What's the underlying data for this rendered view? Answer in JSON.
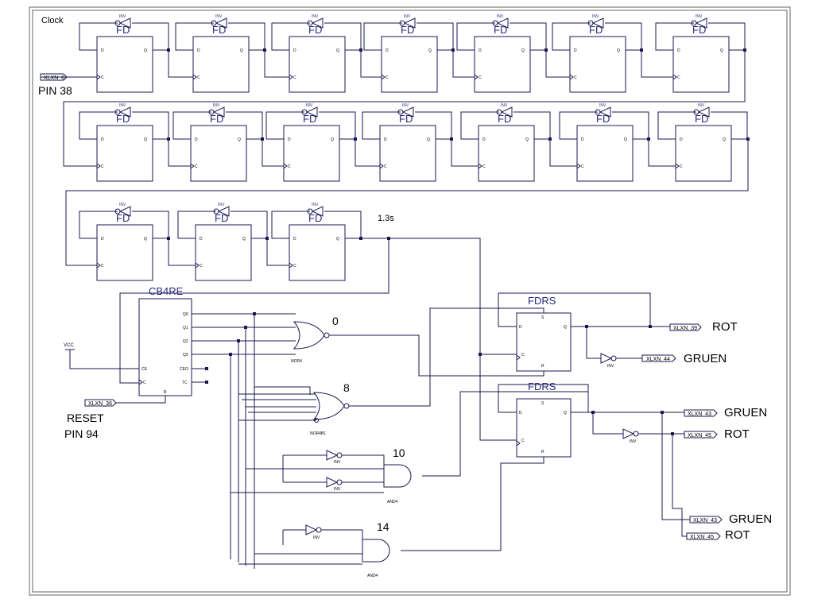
{
  "title": "Clock",
  "colors": {
    "wire": "#1a1a50",
    "text": "#000000",
    "symbol_label": "#2a2a7a",
    "border": "#666666"
  },
  "labels": {
    "clock_pin": "PIN 38",
    "reset": "RESET",
    "reset_pin": "PIN 94",
    "delay": "1.3s",
    "vcc": "VCC",
    "counter": "CB4RE"
  },
  "ports": {
    "clock_in": "XLXN_6",
    "reset_in": "XLXN_36",
    "out_39": "XLXN_39",
    "out_44": "XLXN_44",
    "out_43": "XLXN_43",
    "out_45": "XLXN_45",
    "out_43b": "XLXN_43",
    "out_45b": "XLXN_45"
  },
  "signals": {
    "rot": "ROT",
    "gruen": "GRUEN"
  },
  "decoders": {
    "d0": "0",
    "d8": "8",
    "d10": "10",
    "d14": "14"
  },
  "parts": {
    "fd": "FD",
    "inv": "INV",
    "fdrs": "FDRS",
    "nor4": "NOR4",
    "nor4b1": "NOR4B1",
    "and4": "AND4",
    "pin_d": "D",
    "pin_q": "Q",
    "pin_c": "C",
    "pin_s": "S",
    "pin_r": "R",
    "pin_q0": "Q0",
    "pin_q1": "Q1",
    "pin_q2": "Q2",
    "pin_q3": "Q3",
    "pin_ce": "CE",
    "pin_ceo": "CEO",
    "pin_tc": "TC"
  }
}
